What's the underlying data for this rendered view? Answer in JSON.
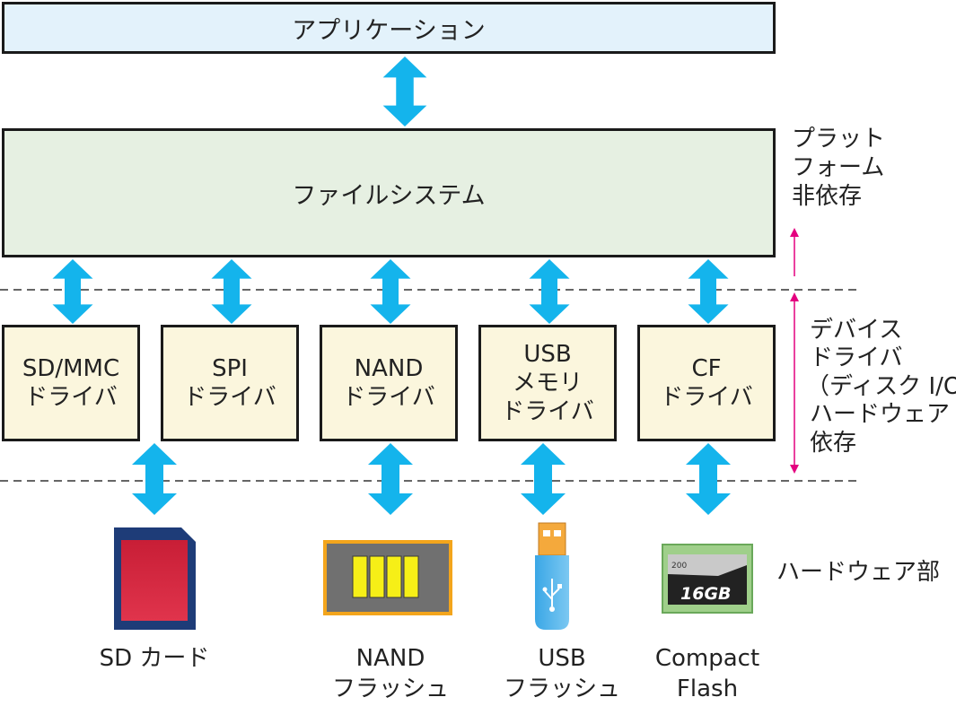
{
  "layers": {
    "application": "アプリケーション",
    "filesystem": "ファイルシステム"
  },
  "drivers": [
    {
      "line1": "SD/MMC",
      "line2": "ドライバ",
      "line3": ""
    },
    {
      "line1": "SPI",
      "line2": "ドライバ",
      "line3": ""
    },
    {
      "line1": "NAND",
      "line2": "ドライバ",
      "line3": ""
    },
    {
      "line1": "USB",
      "line2": "メモリ",
      "line3": "ドライバ"
    },
    {
      "line1": "CF",
      "line2": "ドライバ",
      "line3": ""
    }
  ],
  "side_labels": {
    "platform_independent": [
      "プラット",
      "フォーム",
      "非依存"
    ],
    "hardware_dependent": [
      "デバイス",
      "ドライバ",
      "（ディスク I/O）",
      "ハードウェア",
      "依存"
    ],
    "hardware_part": "ハードウェア部"
  },
  "devices": [
    {
      "line1": "SD カード",
      "line2": ""
    },
    {
      "line1": "NAND",
      "line2": "フラッシュ"
    },
    {
      "line1": "USB",
      "line2": "フラッシュ"
    },
    {
      "line1": "Compact",
      "line2": "Flash"
    }
  ],
  "cf_card": {
    "capacity": "16GB",
    "speed": "200"
  },
  "colors": {
    "arrow": "#14b4ec",
    "bracket_arrow": "#e4007f",
    "app_fill": "#e3f2fb",
    "fs_fill": "#e6f0e2",
    "driver_fill": "#fbf6dd"
  }
}
